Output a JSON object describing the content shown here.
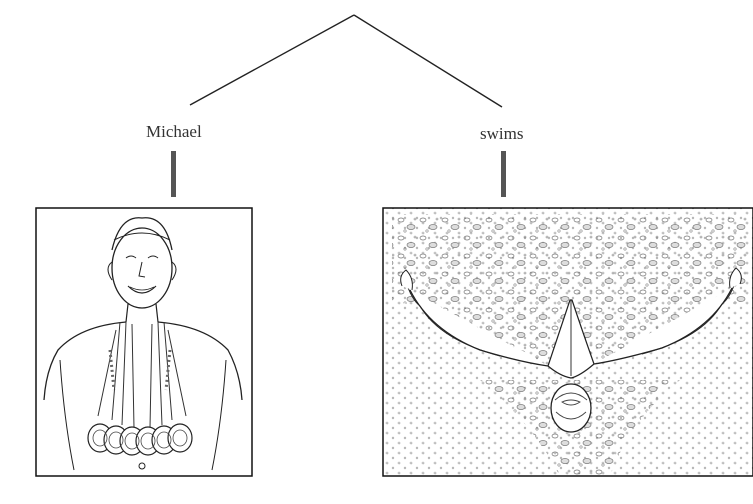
{
  "tree": {
    "left_label": "Michael",
    "right_label": "swims"
  },
  "images": {
    "left": {
      "icon": "swimmer-with-medals-drawing"
    },
    "right": {
      "icon": "swimmer-butterfly-stroke-drawing"
    }
  },
  "colors": {
    "line": "#222222",
    "ink": "#333333"
  }
}
